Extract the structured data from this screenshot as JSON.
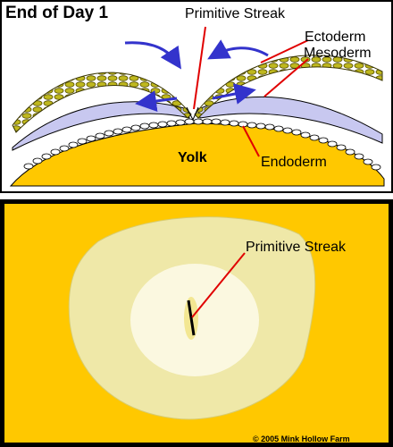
{
  "title": "End of Day 1",
  "labels": {
    "primitive_streak_top": "Primitive Streak",
    "ectoderm": "Ectoderm",
    "mesoderm": "Mesoderm",
    "yolk": "Yolk",
    "endoderm": "Endoderm",
    "primitive_streak_bottom": "Primitive Streak"
  },
  "copyright": "© 2005 Mink Hollow Farm",
  "colors": {
    "yolk": "#FFC800",
    "ectoderm_cells": "#BFB81E",
    "mesoderm": "#C8C8F0",
    "arrows": "#3333CC",
    "pointer_lines": "#E00000",
    "area_opaca": "#EFE8A8",
    "area_pellucida": "#FBF8E0"
  }
}
